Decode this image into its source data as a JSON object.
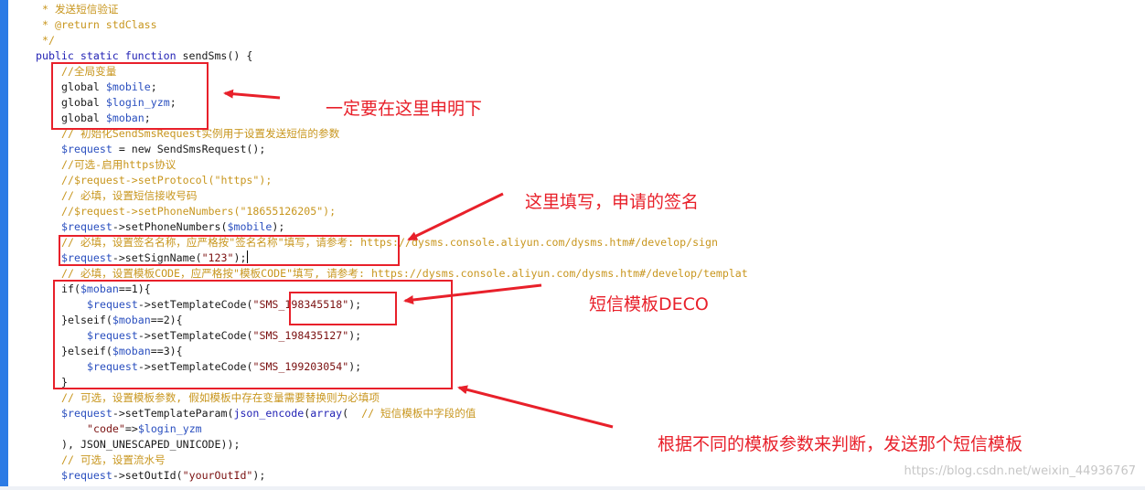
{
  "code": {
    "lines": [
      {
        "indent": 6,
        "tokens": [
          {
            "c": "com",
            "t": "* 发送短信验证"
          }
        ]
      },
      {
        "indent": 6,
        "tokens": [
          {
            "c": "com",
            "t": "* @return stdClass"
          }
        ]
      },
      {
        "indent": 6,
        "tokens": [
          {
            "c": "com",
            "t": "*/"
          }
        ]
      },
      {
        "indent": 5,
        "tokens": [
          {
            "c": "kw",
            "t": "public static function"
          },
          {
            "c": "pl",
            "t": " sendSms() {"
          }
        ]
      },
      {
        "indent": 9,
        "tokens": [
          {
            "c": "com",
            "t": "//全局变量"
          }
        ]
      },
      {
        "indent": 9,
        "tokens": [
          {
            "c": "pl",
            "t": "global "
          },
          {
            "c": "var",
            "t": "$mobile"
          },
          {
            "c": "pl",
            "t": ";"
          }
        ]
      },
      {
        "indent": 9,
        "tokens": [
          {
            "c": "pl",
            "t": "global "
          },
          {
            "c": "var",
            "t": "$login_yzm"
          },
          {
            "c": "pl",
            "t": ";"
          }
        ]
      },
      {
        "indent": 9,
        "tokens": [
          {
            "c": "pl",
            "t": "global "
          },
          {
            "c": "var",
            "t": "$moban"
          },
          {
            "c": "pl",
            "t": ";"
          }
        ]
      },
      {
        "indent": 9,
        "tokens": [
          {
            "c": "com",
            "t": "// 初始化SendSmsRequest实例用于设置发送短信的参数"
          }
        ]
      },
      {
        "indent": 9,
        "tokens": [
          {
            "c": "var",
            "t": "$request"
          },
          {
            "c": "pl",
            "t": " = new SendSmsRequest();"
          }
        ]
      },
      {
        "indent": 9,
        "tokens": [
          {
            "c": "com",
            "t": "//可选-启用https协议"
          }
        ]
      },
      {
        "indent": 9,
        "tokens": [
          {
            "c": "com",
            "t": "//$request->setProtocol(\"https\");"
          }
        ]
      },
      {
        "indent": 9,
        "tokens": [
          {
            "c": "com",
            "t": "// 必填，设置短信接收号码"
          }
        ]
      },
      {
        "indent": 9,
        "tokens": [
          {
            "c": "com",
            "t": "//$request->setPhoneNumbers(\"18655126205\");"
          }
        ]
      },
      {
        "indent": 9,
        "tokens": [
          {
            "c": "var",
            "t": "$request"
          },
          {
            "c": "pl",
            "t": "->setPhoneNumbers("
          },
          {
            "c": "var",
            "t": "$mobile"
          },
          {
            "c": "pl",
            "t": ");"
          }
        ]
      },
      {
        "indent": 9,
        "tokens": [
          {
            "c": "com",
            "t": "// 必填，设置签名名称，应严格按\"签名名称\"填写，请参考: https://dysms.console.aliyun.com/dysms.htm#/develop/sign"
          }
        ]
      },
      {
        "indent": 9,
        "tokens": [
          {
            "c": "var",
            "t": "$request"
          },
          {
            "c": "pl",
            "t": "->setSignName("
          },
          {
            "c": "str",
            "t": "\"123\""
          },
          {
            "c": "pl",
            "t": ");"
          },
          {
            "c": "cur",
            "t": ""
          }
        ]
      },
      {
        "indent": 9,
        "tokens": [
          {
            "c": "com",
            "t": "// 必填，设置模板CODE，应严格按\"模板CODE\"填写, 请参考: https://dysms.console.aliyun.com/dysms.htm#/develop/templat"
          }
        ]
      },
      {
        "indent": 9,
        "tokens": [
          {
            "c": "pl",
            "t": "if("
          },
          {
            "c": "var",
            "t": "$moban"
          },
          {
            "c": "pl",
            "t": "==1){"
          }
        ]
      },
      {
        "indent": 13,
        "tokens": [
          {
            "c": "var",
            "t": "$request"
          },
          {
            "c": "pl",
            "t": "->setTemplateCode("
          },
          {
            "c": "str",
            "t": "\"SMS_198345518\""
          },
          {
            "c": "pl",
            "t": ");"
          }
        ]
      },
      {
        "indent": 9,
        "tokens": [
          {
            "c": "pl",
            "t": "}elseif("
          },
          {
            "c": "var",
            "t": "$moban"
          },
          {
            "c": "pl",
            "t": "==2){"
          }
        ]
      },
      {
        "indent": 13,
        "tokens": [
          {
            "c": "var",
            "t": "$request"
          },
          {
            "c": "pl",
            "t": "->setTemplateCode("
          },
          {
            "c": "str",
            "t": "\"SMS_198435127\""
          },
          {
            "c": "pl",
            "t": ");"
          }
        ]
      },
      {
        "indent": 9,
        "tokens": [
          {
            "c": "pl",
            "t": "}elseif("
          },
          {
            "c": "var",
            "t": "$moban"
          },
          {
            "c": "pl",
            "t": "==3){"
          }
        ]
      },
      {
        "indent": 13,
        "tokens": [
          {
            "c": "var",
            "t": "$request"
          },
          {
            "c": "pl",
            "t": "->setTemplateCode("
          },
          {
            "c": "str",
            "t": "\"SMS_199203054\""
          },
          {
            "c": "pl",
            "t": ");"
          }
        ]
      },
      {
        "indent": 9,
        "tokens": [
          {
            "c": "pl",
            "t": "}"
          }
        ]
      },
      {
        "indent": 9,
        "tokens": [
          {
            "c": "com",
            "t": "// 可选，设置模板参数, 假如模板中存在变量需要替换则为必填项"
          }
        ]
      },
      {
        "indent": 9,
        "tokens": [
          {
            "c": "var",
            "t": "$request"
          },
          {
            "c": "pl",
            "t": "->setTemplateParam("
          },
          {
            "c": "kw",
            "t": "json_encode"
          },
          {
            "c": "pl",
            "t": "("
          },
          {
            "c": "kw",
            "t": "array"
          },
          {
            "c": "pl",
            "t": "(  "
          },
          {
            "c": "com",
            "t": "// 短信模板中字段的值"
          }
        ]
      },
      {
        "indent": 13,
        "tokens": [
          {
            "c": "str",
            "t": "\"code\""
          },
          {
            "c": "pl",
            "t": "=>"
          },
          {
            "c": "var",
            "t": "$login_yzm"
          }
        ]
      },
      {
        "indent": 9,
        "tokens": [
          {
            "c": "pl",
            "t": "), JSON_UNESCAPED_UNICODE));"
          }
        ]
      },
      {
        "indent": 9,
        "tokens": [
          {
            "c": "com",
            "t": "// 可选，设置流水号"
          }
        ]
      },
      {
        "indent": 9,
        "tokens": [
          {
            "c": "var",
            "t": "$request"
          },
          {
            "c": "pl",
            "t": "->setOutId("
          },
          {
            "c": "str",
            "t": "\"yourOutId\""
          },
          {
            "c": "pl",
            "t": ");"
          }
        ]
      }
    ]
  },
  "annotations": {
    "globals_note": "一定要在这里申明下",
    "sign_note": "这里填写，申请的签名",
    "template_note": "短信模板DECO",
    "branch_note": "根据不同的模板参数来判断，发送那个短信模板"
  },
  "watermark": "https://blog.csdn.net/weixin_44936767",
  "colors": {
    "comment": "#c8961e",
    "keyword": "#2323b5",
    "variable": "#2a4fbf",
    "string": "#7a1010",
    "annotation": "#e8202a",
    "side_bar": "#2c7be5"
  }
}
